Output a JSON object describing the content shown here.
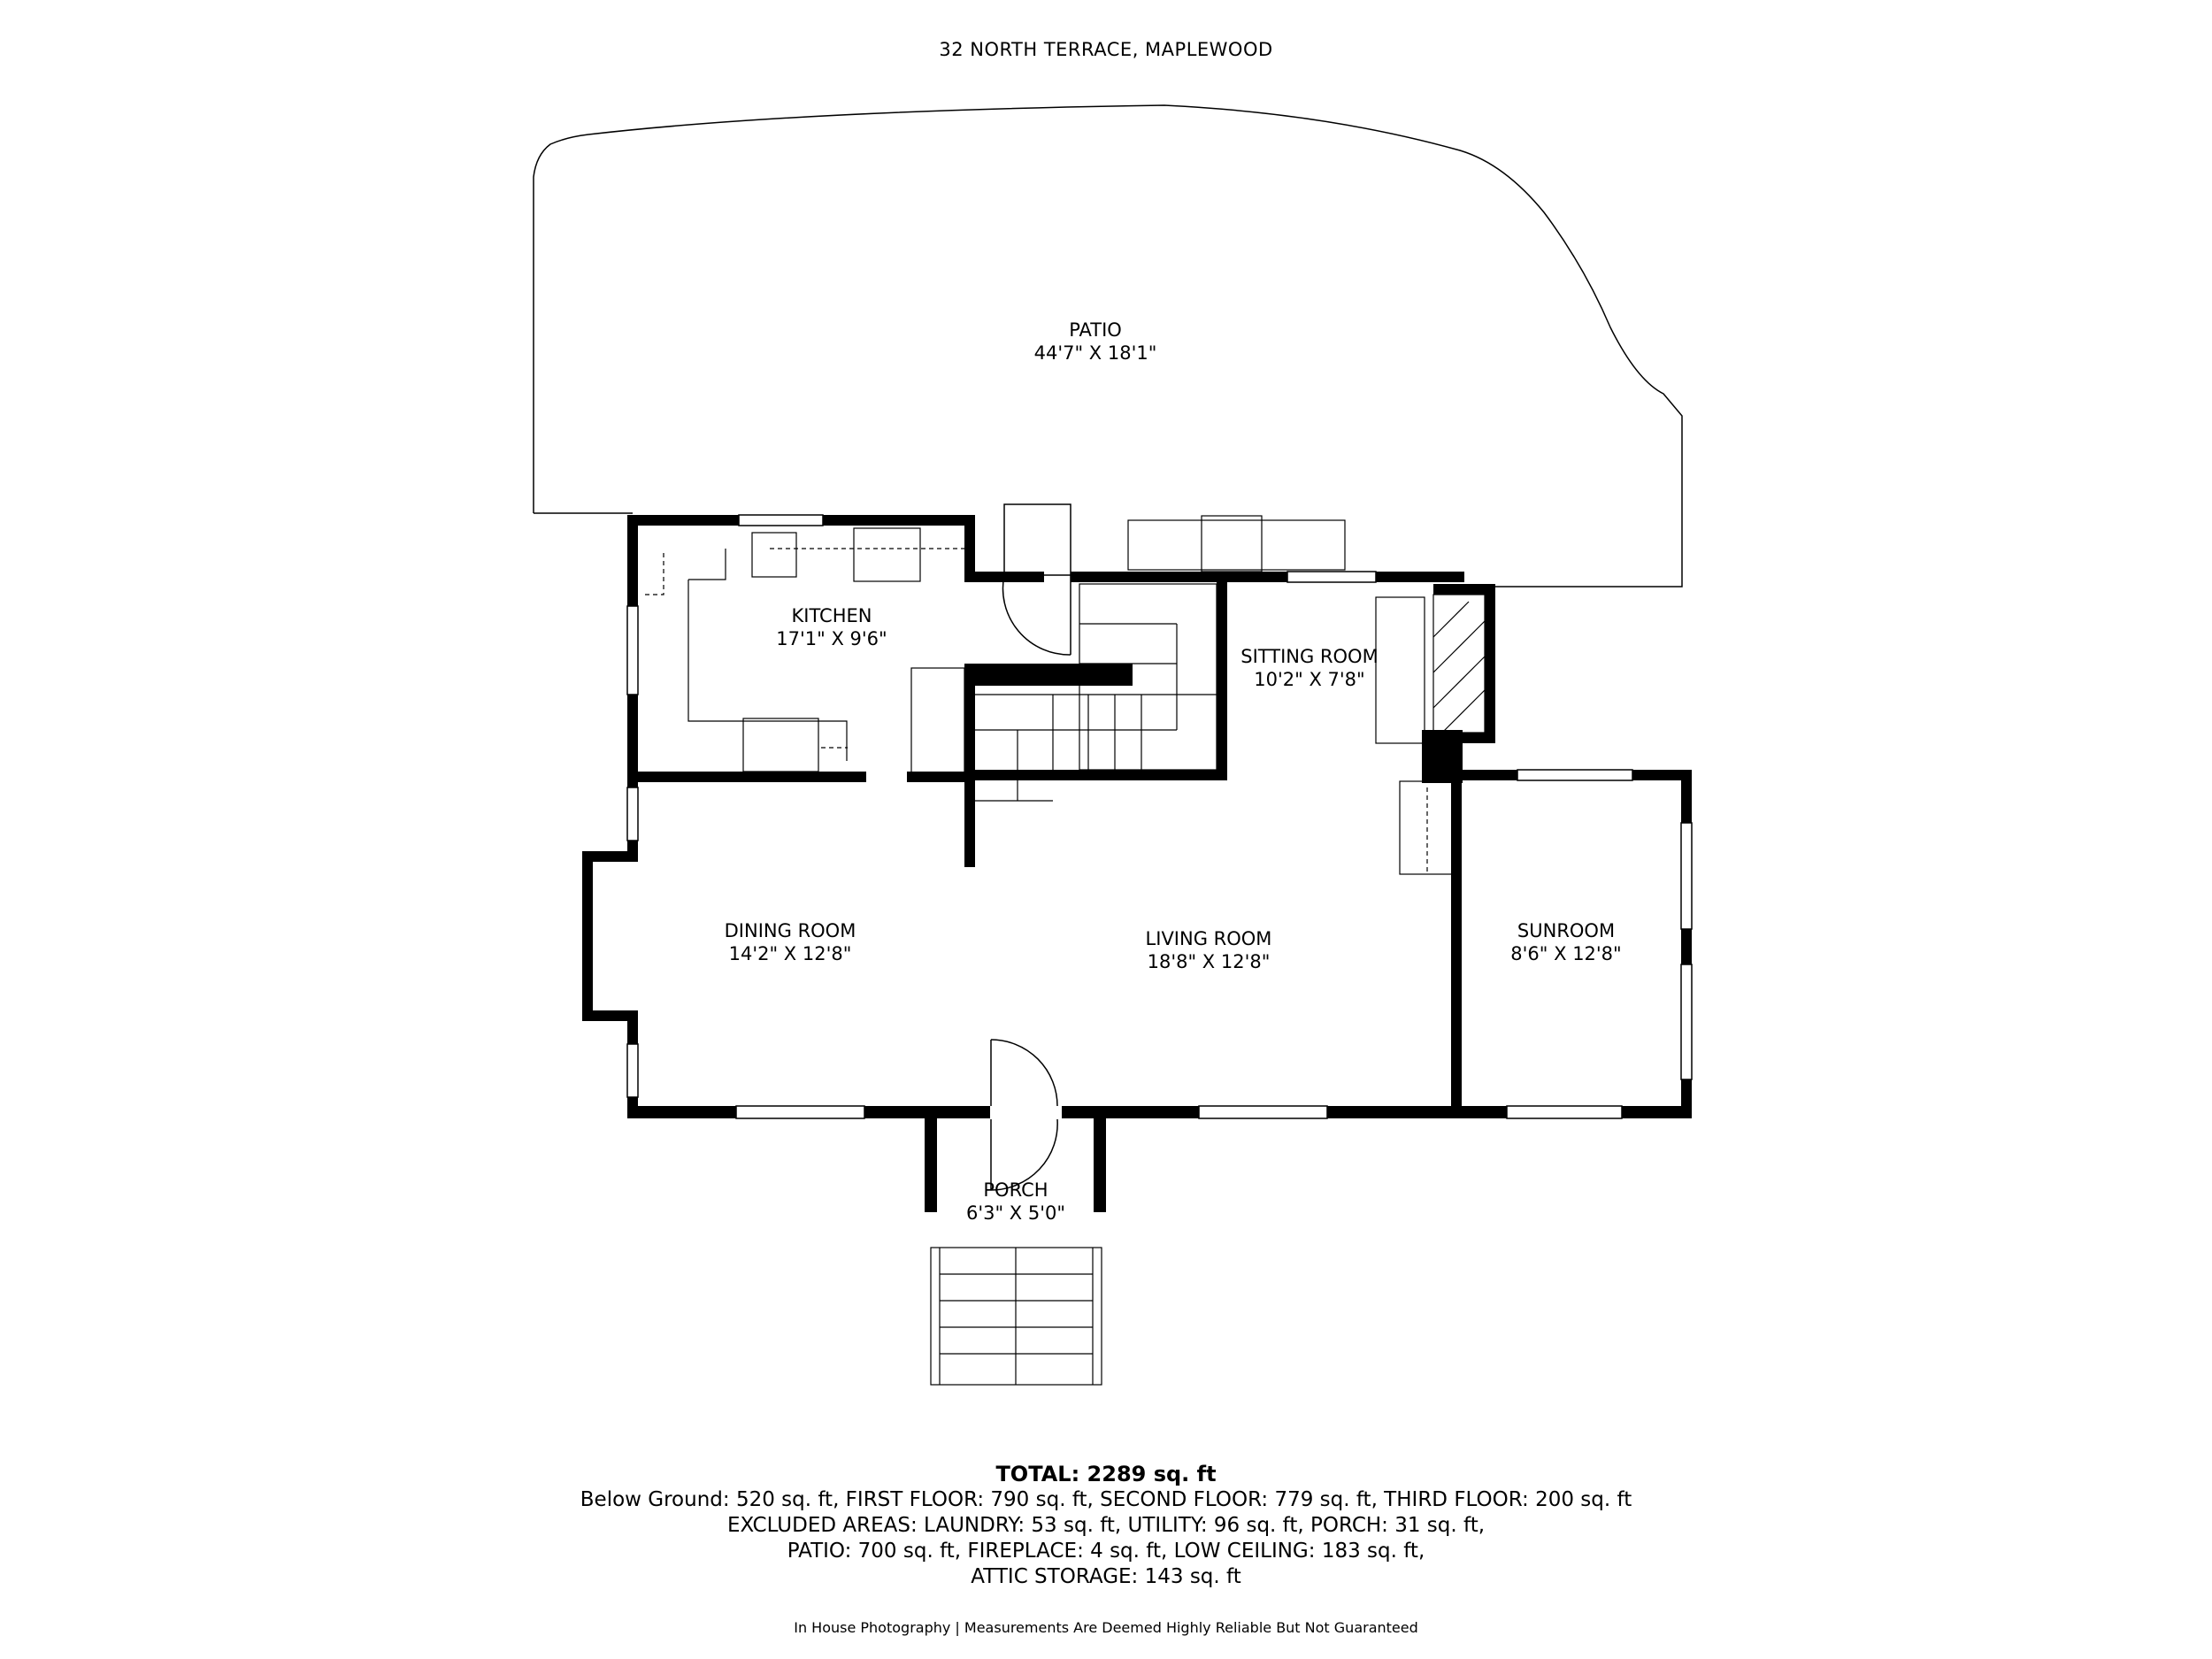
{
  "address": "32 NORTH TERRACE, MAPLEWOOD",
  "rooms": {
    "patio": {
      "name": "PATIO",
      "dims": "44'7\" X 18'1\""
    },
    "kitchen": {
      "name": "KITCHEN",
      "dims": "17'1\" X 9'6\""
    },
    "sitting": {
      "name": "SITTING ROOM",
      "dims": "10'2\" X 7'8\""
    },
    "dining": {
      "name": "DINING ROOM",
      "dims": "14'2\" X 12'8\""
    },
    "living": {
      "name": "LIVING ROOM",
      "dims": "18'8\" X 12'8\""
    },
    "sunroom": {
      "name": "SUNROOM",
      "dims": "8'6\" X 12'8\""
    },
    "porch": {
      "name": "PORCH",
      "dims": "6'3\" X 5'0\""
    }
  },
  "totals": {
    "total": "TOTAL: 2289 sq. ft",
    "line1": "Below Ground: 520 sq. ft, FIRST FLOOR: 790 sq. ft, SECOND FLOOR: 779 sq. ft, THIRD FLOOR: 200 sq. ft",
    "line2": "EXCLUDED AREAS: LAUNDRY: 53 sq. ft, UTILITY: 96 sq. ft, PORCH: 31 sq. ft,",
    "line3": "PATIO: 700 sq. ft, FIREPLACE: 4 sq. ft, LOW CEILING: 183 sq. ft,",
    "line4": "ATTIC STORAGE: 143 sq. ft"
  },
  "footer": "In House Photography | Measurements Are Deemed Highly Reliable But Not Guaranteed"
}
